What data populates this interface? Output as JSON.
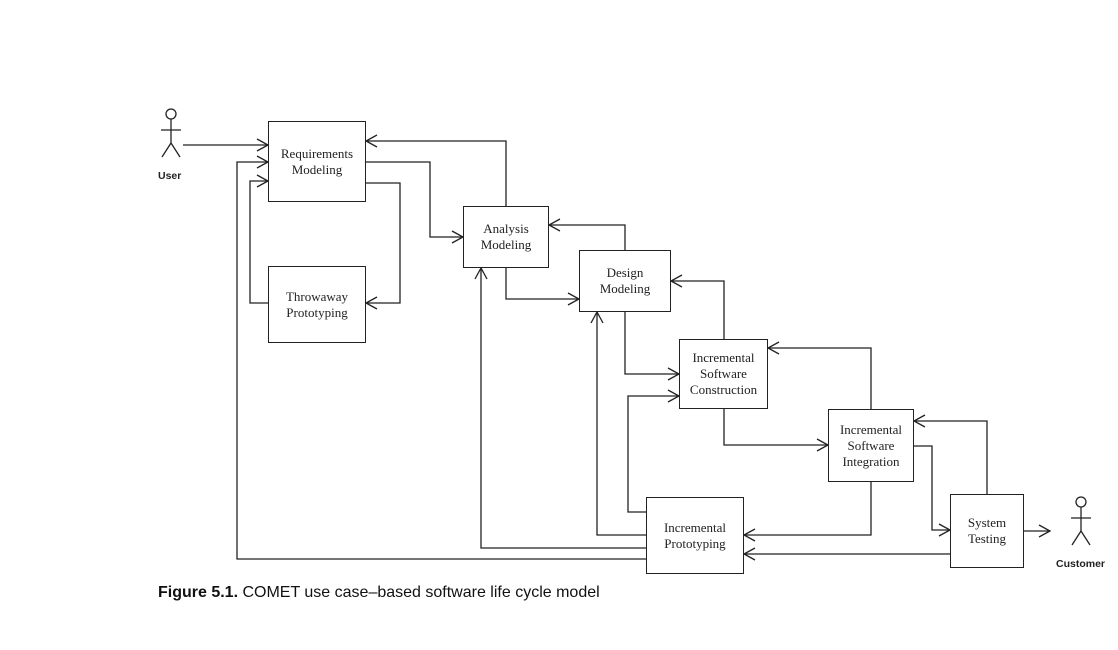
{
  "diagram": {
    "actors": {
      "user": "User",
      "customer": "Customer"
    },
    "nodes": {
      "requirements": "Requirements\nModeling",
      "throwaway": "Throwaway\nPrototyping",
      "analysis": "Analysis\nModeling",
      "design": "Design\nModeling",
      "construction": "Incremental\nSoftware\nConstruction",
      "integration": "Incremental\nSoftware\nIntegration",
      "testing": "System\nTesting",
      "prototyping": "Incremental\nPrototyping"
    }
  },
  "caption": {
    "label": "Figure 5.1.",
    "text": " COMET use case–based software life cycle model"
  }
}
